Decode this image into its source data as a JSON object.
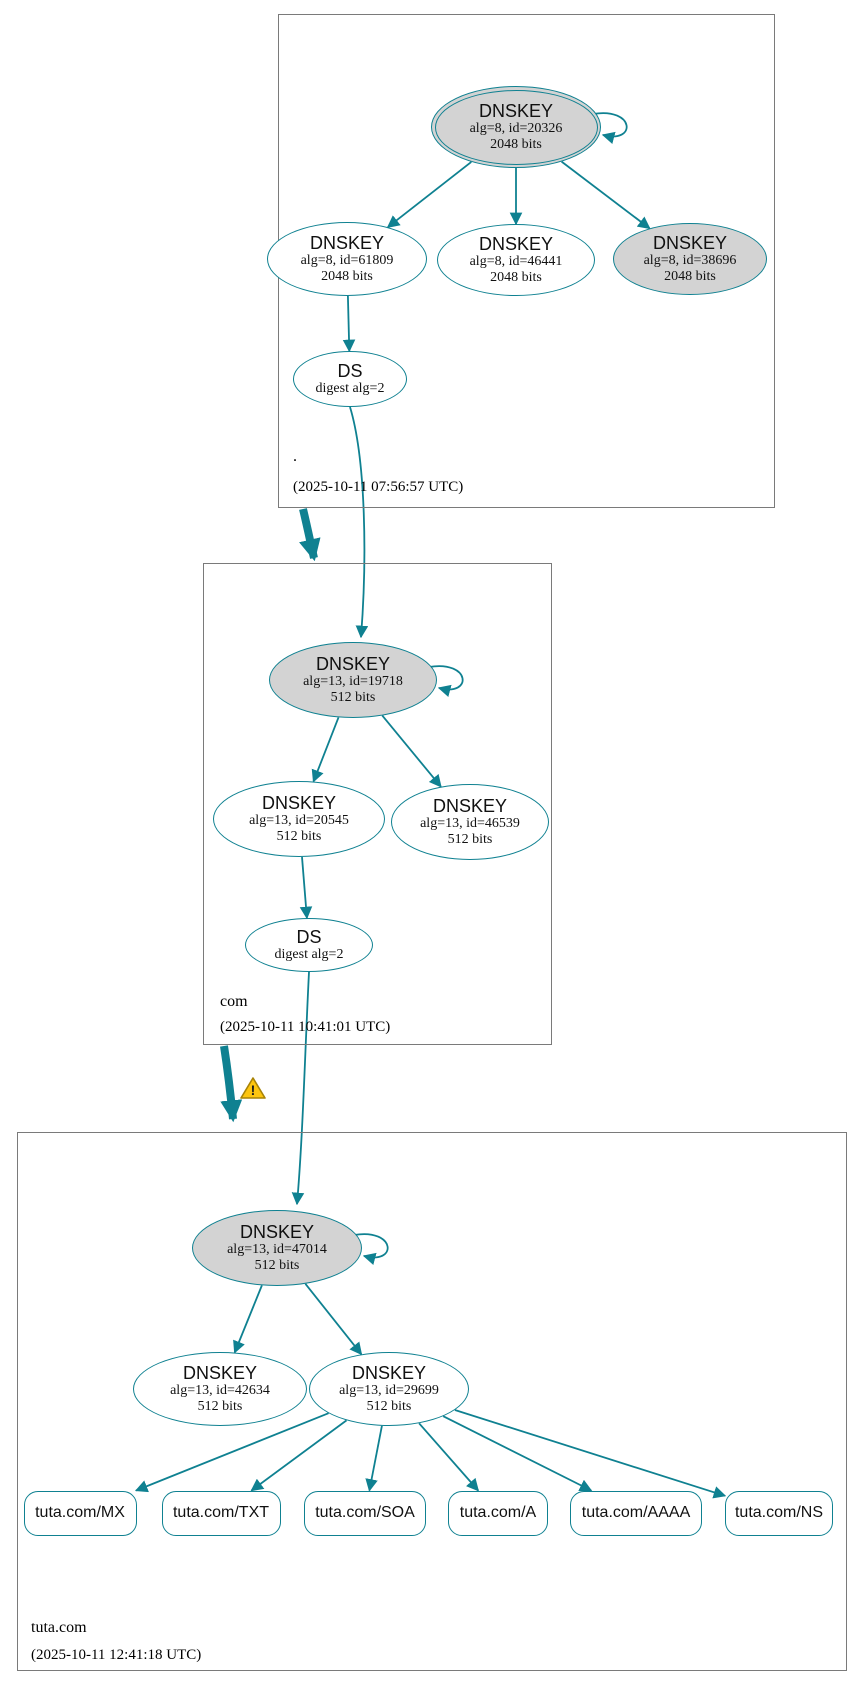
{
  "colors": {
    "edge_teal": "#0f8191",
    "node_fill_gray": "#d3d3d3",
    "node_fill_white": "#ffffff",
    "box_border": "#7a7a7a",
    "warning_yellow": "#fdc50f",
    "warning_border": "#a88307"
  },
  "zones": [
    {
      "id": "root",
      "label": ".",
      "timestamp": "(2025-10-11 07:56:57 UTC)"
    },
    {
      "id": "com",
      "label": "com",
      "timestamp": "(2025-10-11 10:41:01 UTC)"
    },
    {
      "id": "tuta",
      "label": "tuta.com",
      "timestamp": "(2025-10-11 12:41:18 UTC)"
    }
  ],
  "nodes": [
    {
      "id": "root-ksk",
      "zone": "root",
      "kind": "dnskey",
      "title": "DNSKEY",
      "line2": "alg=8, id=20326",
      "line3": "2048 bits",
      "fill": "gray",
      "double_border": true,
      "self_signed": true
    },
    {
      "id": "root-zsk-61809",
      "zone": "root",
      "kind": "dnskey",
      "title": "DNSKEY",
      "line2": "alg=8, id=61809",
      "line3": "2048 bits",
      "fill": "white"
    },
    {
      "id": "root-zsk-46441",
      "zone": "root",
      "kind": "dnskey",
      "title": "DNSKEY",
      "line2": "alg=8, id=46441",
      "line3": "2048 bits",
      "fill": "white"
    },
    {
      "id": "root-ksk-38696",
      "zone": "root",
      "kind": "dnskey",
      "title": "DNSKEY",
      "line2": "alg=8, id=38696",
      "line3": "2048 bits",
      "fill": "gray"
    },
    {
      "id": "root-ds",
      "zone": "root",
      "kind": "ds",
      "title": "DS",
      "line2": "digest alg=2",
      "fill": "white"
    },
    {
      "id": "com-ksk",
      "zone": "com",
      "kind": "dnskey",
      "title": "DNSKEY",
      "line2": "alg=13, id=19718",
      "line3": "512 bits",
      "fill": "gray",
      "self_signed": true
    },
    {
      "id": "com-zsk-20545",
      "zone": "com",
      "kind": "dnskey",
      "title": "DNSKEY",
      "line2": "alg=13, id=20545",
      "line3": "512 bits",
      "fill": "white"
    },
    {
      "id": "com-zsk-46539",
      "zone": "com",
      "kind": "dnskey",
      "title": "DNSKEY",
      "line2": "alg=13, id=46539",
      "line3": "512 bits",
      "fill": "white"
    },
    {
      "id": "com-ds",
      "zone": "com",
      "kind": "ds",
      "title": "DS",
      "line2": "digest alg=2",
      "fill": "white"
    },
    {
      "id": "tuta-ksk",
      "zone": "tuta",
      "kind": "dnskey",
      "title": "DNSKEY",
      "line2": "alg=13, id=47014",
      "line3": "512 bits",
      "fill": "gray",
      "self_signed": true
    },
    {
      "id": "tuta-zsk-42634",
      "zone": "tuta",
      "kind": "dnskey",
      "title": "DNSKEY",
      "line2": "alg=13, id=42634",
      "line3": "512 bits",
      "fill": "white"
    },
    {
      "id": "tuta-zsk-29699",
      "zone": "tuta",
      "kind": "dnskey",
      "title": "DNSKEY",
      "line2": "alg=13, id=29699",
      "line3": "512 bits",
      "fill": "white"
    },
    {
      "id": "rr-mx",
      "zone": "tuta",
      "kind": "rrset",
      "title": "tuta.com/MX",
      "fill": "white"
    },
    {
      "id": "rr-txt",
      "zone": "tuta",
      "kind": "rrset",
      "title": "tuta.com/TXT",
      "fill": "white"
    },
    {
      "id": "rr-soa",
      "zone": "tuta",
      "kind": "rrset",
      "title": "tuta.com/SOA",
      "fill": "white"
    },
    {
      "id": "rr-a",
      "zone": "tuta",
      "kind": "rrset",
      "title": "tuta.com/A",
      "fill": "white"
    },
    {
      "id": "rr-aaaa",
      "zone": "tuta",
      "kind": "rrset",
      "title": "tuta.com/AAAA",
      "fill": "white"
    },
    {
      "id": "rr-ns",
      "zone": "tuta",
      "kind": "rrset",
      "title": "tuta.com/NS",
      "fill": "white"
    }
  ],
  "edges": [
    {
      "from": "root-ksk",
      "to": "root-zsk-61809"
    },
    {
      "from": "root-ksk",
      "to": "root-zsk-46441"
    },
    {
      "from": "root-ksk",
      "to": "root-ksk-38696"
    },
    {
      "from": "root-zsk-61809",
      "to": "root-ds"
    },
    {
      "from": "root-ds",
      "to": "com-ksk"
    },
    {
      "from": "com-ksk",
      "to": "com-zsk-20545"
    },
    {
      "from": "com-ksk",
      "to": "com-zsk-46539"
    },
    {
      "from": "com-zsk-20545",
      "to": "com-ds"
    },
    {
      "from": "com-ds",
      "to": "tuta-ksk"
    },
    {
      "from": "tuta-ksk",
      "to": "tuta-zsk-42634"
    },
    {
      "from": "tuta-ksk",
      "to": "tuta-zsk-29699"
    },
    {
      "from": "tuta-zsk-29699",
      "to": "rr-mx"
    },
    {
      "from": "tuta-zsk-29699",
      "to": "rr-txt"
    },
    {
      "from": "tuta-zsk-29699",
      "to": "rr-soa"
    },
    {
      "from": "tuta-zsk-29699",
      "to": "rr-a"
    },
    {
      "from": "tuta-zsk-29699",
      "to": "rr-aaaa"
    },
    {
      "from": "tuta-zsk-29699",
      "to": "rr-ns"
    }
  ],
  "delegations": [
    {
      "from": "root",
      "to": "com",
      "status": "secure"
    },
    {
      "from": "com",
      "to": "tuta",
      "status": "warning"
    }
  ],
  "warning": {
    "glyph": "!",
    "meaning": "warning"
  }
}
